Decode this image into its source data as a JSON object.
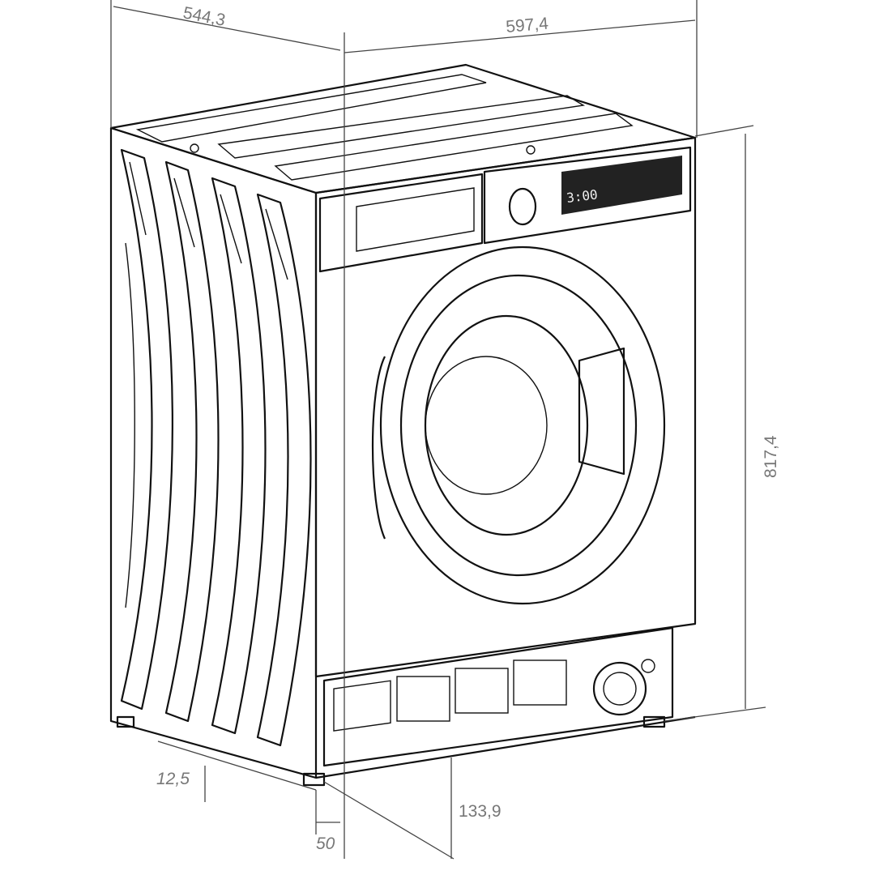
{
  "title": "Washing machine dimension drawing",
  "dimensions": {
    "depth": "544,3",
    "width": "597,4",
    "height": "817,4",
    "foot_height": "12,5",
    "plinth_height": "133,9",
    "front_offset": "50"
  },
  "control_panel": {
    "display_value": "3:00"
  },
  "colors": {
    "line": "#111111",
    "dimension_text": "#777777",
    "display_background": "#222222"
  }
}
